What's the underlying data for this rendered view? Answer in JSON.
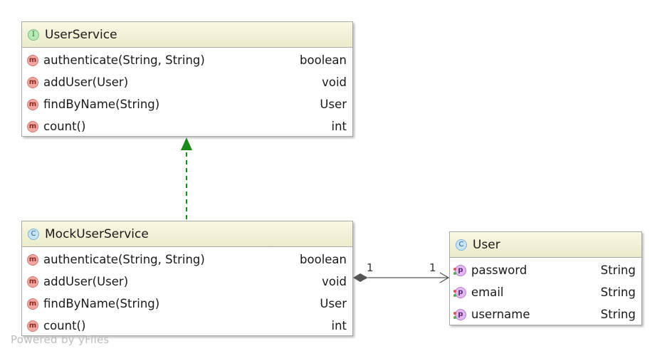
{
  "classes": {
    "user_service": {
      "kind_icon": "interface-icon",
      "kind_letter": "I",
      "name": "UserService",
      "members": [
        {
          "icon": "method-icon",
          "letter": "m",
          "name": "authenticate(String, String)",
          "type": "boolean"
        },
        {
          "icon": "method-icon",
          "letter": "m",
          "name": "addUser(User)",
          "type": "void"
        },
        {
          "icon": "method-icon",
          "letter": "m",
          "name": "findByName(String)",
          "type": "User"
        },
        {
          "icon": "method-icon",
          "letter": "m",
          "name": "count()",
          "type": "int"
        }
      ]
    },
    "mock_user_service": {
      "kind_icon": "class-icon",
      "kind_letter": "C",
      "name": "MockUserService",
      "members": [
        {
          "icon": "method-icon",
          "letter": "m",
          "name": "authenticate(String, String)",
          "type": "boolean"
        },
        {
          "icon": "method-icon",
          "letter": "m",
          "name": "addUser(User)",
          "type": "void"
        },
        {
          "icon": "method-icon",
          "letter": "m",
          "name": "findByName(String)",
          "type": "User"
        },
        {
          "icon": "method-icon",
          "letter": "m",
          "name": "count()",
          "type": "int"
        }
      ]
    },
    "user": {
      "kind_icon": "class-icon",
      "kind_letter": "C",
      "name": "User",
      "members": [
        {
          "icon": "field-icon",
          "letter": "p",
          "name": "password",
          "type": "String"
        },
        {
          "icon": "field-icon",
          "letter": "p",
          "name": "email",
          "type": "String"
        },
        {
          "icon": "field-icon",
          "letter": "p",
          "name": "username",
          "type": "String"
        }
      ]
    }
  },
  "relations": {
    "realization": {
      "from": "MockUserService",
      "to": "UserService",
      "color": "#1a8a1a"
    },
    "composition": {
      "from": "MockUserService",
      "to": "User",
      "source_multiplicity": "1",
      "target_multiplicity": "1",
      "color": "#555555"
    }
  },
  "watermark": "Powered by yFiles"
}
